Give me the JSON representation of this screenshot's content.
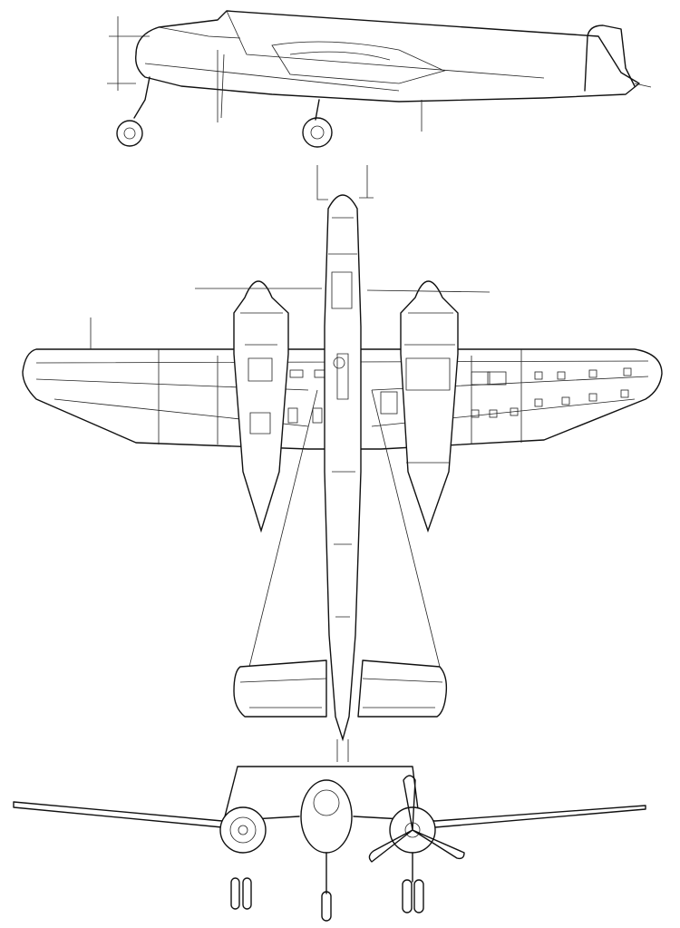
{
  "drawing": {
    "type": "aircraft-three-view",
    "views": [
      "side",
      "top",
      "front"
    ],
    "colors": {
      "ink": "#111111",
      "paper": "#ffffff"
    }
  }
}
